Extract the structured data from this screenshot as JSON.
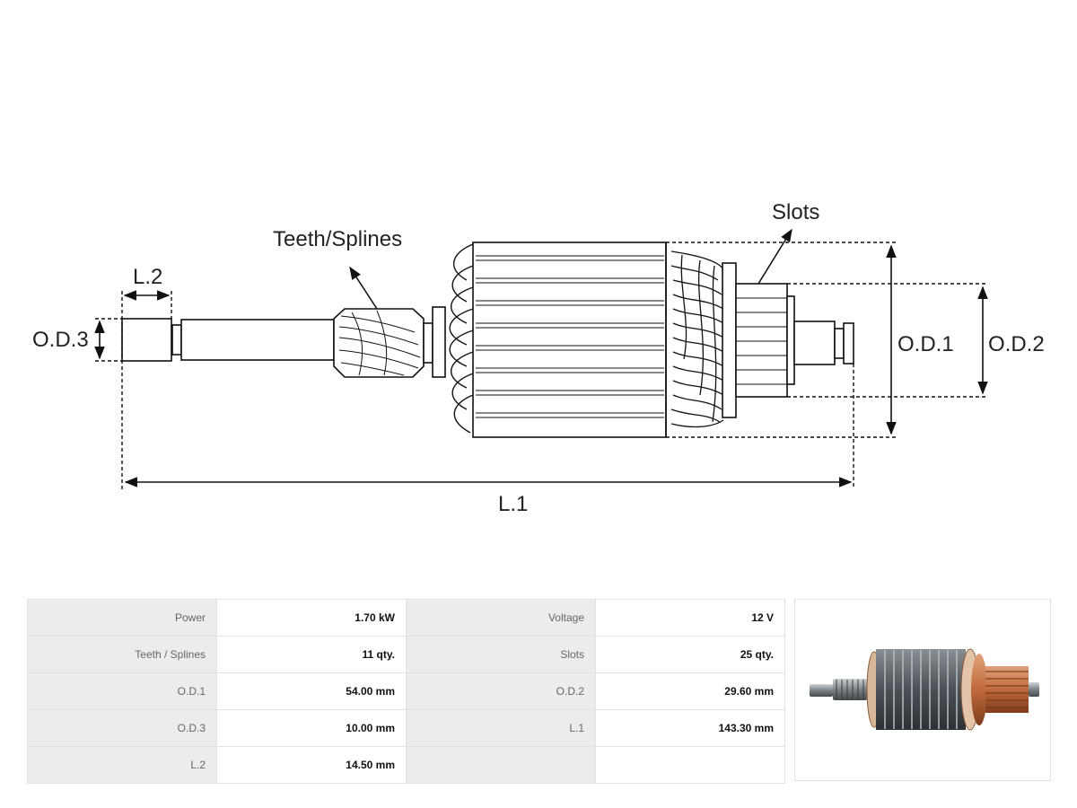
{
  "diagram": {
    "labels": {
      "teeth_splines": "Teeth/Splines",
      "slots": "Slots",
      "l2": "L.2",
      "od3": "O.D.3",
      "od1": "O.D.1",
      "od2": "O.D.2",
      "l1": "L.1"
    }
  },
  "specs": {
    "rows": [
      {
        "l1": "Power",
        "v1": "1.70 kW",
        "l2": "Voltage",
        "v2": "12 V"
      },
      {
        "l1": "Teeth / Splines",
        "v1": "11 qty.",
        "l2": "Slots",
        "v2": "25 qty."
      },
      {
        "l1": "O.D.1",
        "v1": "54.00 mm",
        "l2": "O.D.2",
        "v2": "29.60 mm"
      },
      {
        "l1": "O.D.3",
        "v1": "10.00 mm",
        "l2": "L.1",
        "v2": "143.30 mm"
      },
      {
        "l1": "L.2",
        "v1": "14.50 mm",
        "l2": "",
        "v2": ""
      }
    ]
  }
}
